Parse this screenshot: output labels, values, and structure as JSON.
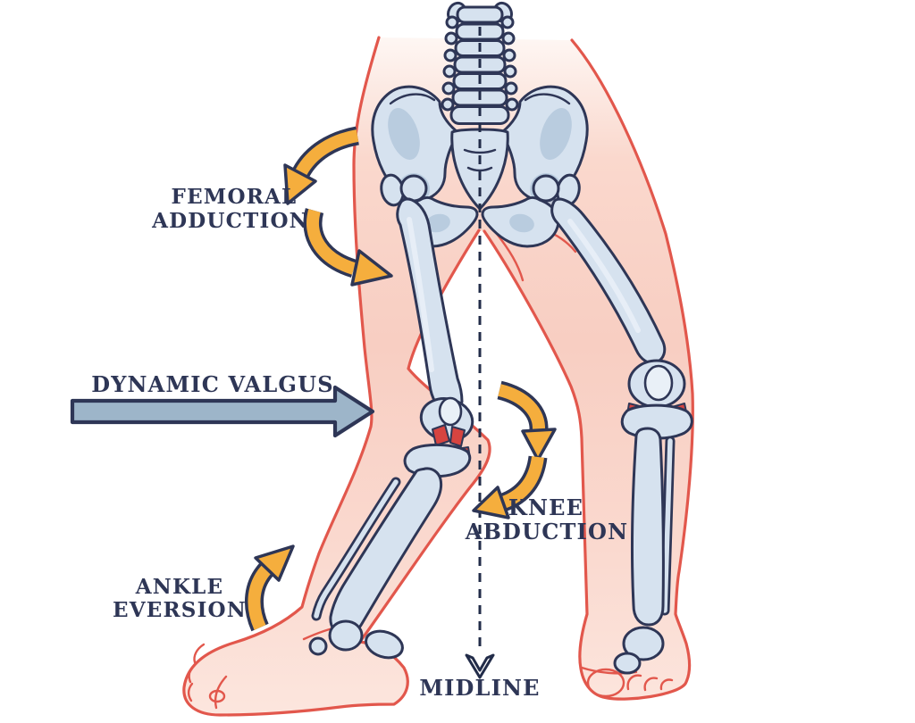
{
  "diagram": {
    "type": "anatomical-illustration",
    "subject": "dynamic-valgus-leg-alignment",
    "labels": {
      "femoral_adduction": {
        "line1": "FEMORAL",
        "line2": "ADDUCTION"
      },
      "dynamic_valgus": "DYNAMIC VALGUS",
      "knee_abduction": {
        "line1": "KNEE",
        "line2": "ABDUCTION"
      },
      "ankle_eversion": {
        "line1": "ANKLE",
        "line2": "EVERSION"
      },
      "midline": "MIDLINE"
    },
    "icons": {
      "femoral_adduction_arrow_upper": "curved-arrow-down-left",
      "femoral_adduction_arrow_lower": "curved-arrow-down-right",
      "dynamic_valgus_arrow": "straight-arrow-right",
      "knee_abduction_arrow_upper": "curved-arrow-down",
      "knee_abduction_arrow_lower": "curved-arrow-left",
      "ankle_eversion_arrow": "curved-arrow-up-right",
      "midline_marker": "dashed-line-with-open-arrowhead"
    },
    "colors": {
      "background": "#FFFFFF",
      "label_text": "#2E3656",
      "outline_dark": "#2E3656",
      "arrow_yellow": "#F5AE3D",
      "arrow_blue_gray": "#9DB5C9",
      "bone_fill": "#D6E2EF",
      "bone_highlight": "#E9F0F7",
      "bone_shade": "#AFC4DA",
      "skin_light": "#FDF3EE",
      "skin_mid": "#F8CEC2",
      "skin_outline_red": "#E2574C",
      "ligament_red": "#D64440",
      "midline_color": "#222C49"
    }
  }
}
